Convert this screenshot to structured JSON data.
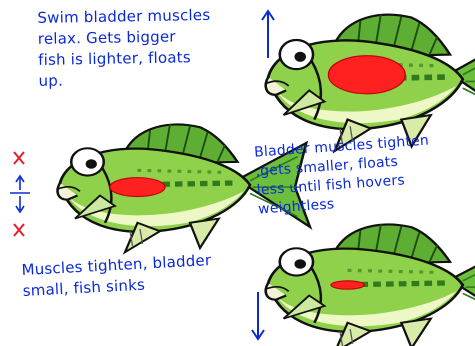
{
  "annotations": {
    "float_up": "Swim bladder muscles\nrelax. Gets bigger\nfish is lighter, floats\nup.",
    "hover": "Bladder muscles tighten\n,gets smaller, floats\nless until fish hovers\nweightless",
    "sink": "Muscles tighten, bladder\nsmall, fish sinks"
  },
  "colors": {
    "ink": "#0a2ad6",
    "fish_body": "#8fd14a",
    "fish_belly": "#eef7c6",
    "fish_stripe": "#2f7a1e",
    "swim_bladder": "#ff2020",
    "cross": "#e0202a"
  }
}
